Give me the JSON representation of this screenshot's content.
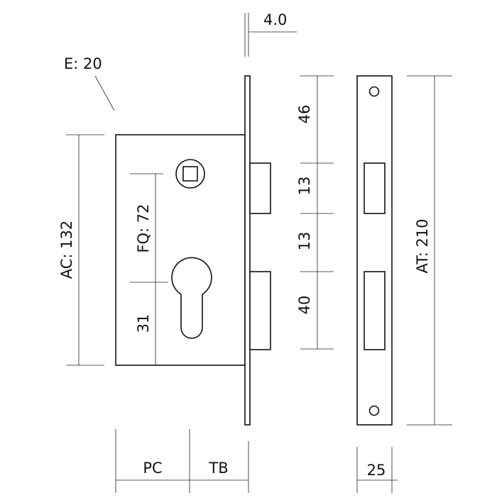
{
  "labels": {
    "edge": "E: 20",
    "thickness": "4.0",
    "case_height": "AC: 132",
    "follower_to_cylinder": "FQ: 72",
    "cylinder_offset": "31",
    "total_height": "AT: 210",
    "seg_46": "46",
    "seg_13a": "13",
    "seg_13b": "13",
    "seg_40": "40",
    "backset": "PC",
    "faceplate_depth": "TB",
    "faceplate_width": "25"
  }
}
